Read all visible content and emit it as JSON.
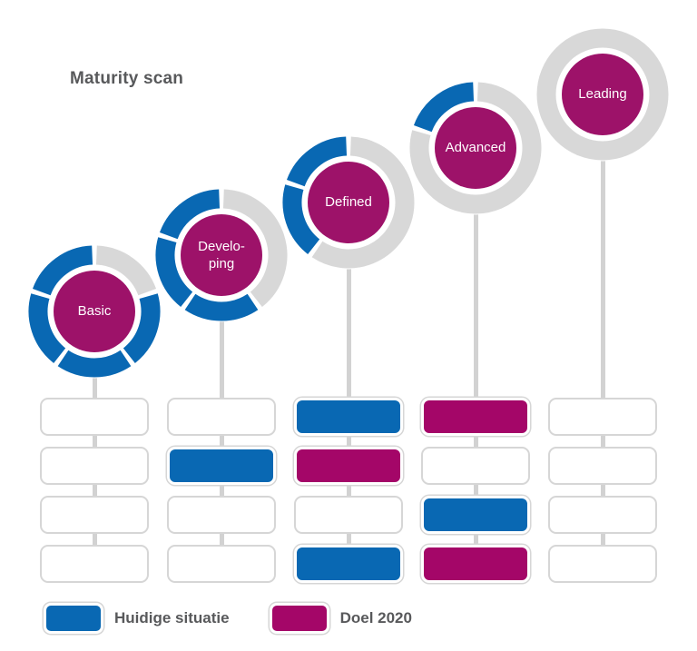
{
  "title": "Maturity scan",
  "colors": {
    "current": "#0968B3",
    "goal": "#A40668",
    "circle_fill": "#9D1269",
    "ring_gray": "#D8D8D8",
    "connector": "#D2D2D2",
    "box_border": "#D6D6D6",
    "text_dark": "#58595B",
    "circle_text": "#FFFFFF"
  },
  "stages": [
    {
      "id": "basic",
      "label": "Basic",
      "label_lines": [
        "Basic"
      ],
      "ring_segments": [
        "gray",
        "blue",
        "blue",
        "blue",
        "blue"
      ],
      "boxes": [
        "empty",
        "empty",
        "empty",
        "empty"
      ]
    },
    {
      "id": "developing",
      "label": "Developing",
      "label_lines": [
        "Develo-",
        "ping"
      ],
      "ring_segments": [
        "gray",
        "gray",
        "blue",
        "blue",
        "blue"
      ],
      "boxes": [
        "empty",
        "current",
        "empty",
        "empty"
      ]
    },
    {
      "id": "defined",
      "label": "Defined",
      "label_lines": [
        "Defined"
      ],
      "ring_segments": [
        "gray",
        "gray",
        "gray",
        "blue",
        "blue"
      ],
      "boxes": [
        "current",
        "goal",
        "empty",
        "current"
      ]
    },
    {
      "id": "advanced",
      "label": "Advanced",
      "label_lines": [
        "Advanced"
      ],
      "ring_segments": [
        "gray",
        "gray",
        "gray",
        "gray",
        "blue"
      ],
      "boxes": [
        "goal",
        "empty",
        "current",
        "goal"
      ]
    },
    {
      "id": "leading",
      "label": "Leading",
      "label_lines": [
        "Leading"
      ],
      "ring_segments": [
        "gray",
        "gray",
        "gray",
        "gray",
        "gray"
      ],
      "boxes": [
        "empty",
        "empty",
        "empty",
        "empty"
      ]
    }
  ],
  "legend": [
    {
      "key": "current",
      "label": "Huidige situatie"
    },
    {
      "key": "goal",
      "label": "Doel 2020"
    }
  ]
}
